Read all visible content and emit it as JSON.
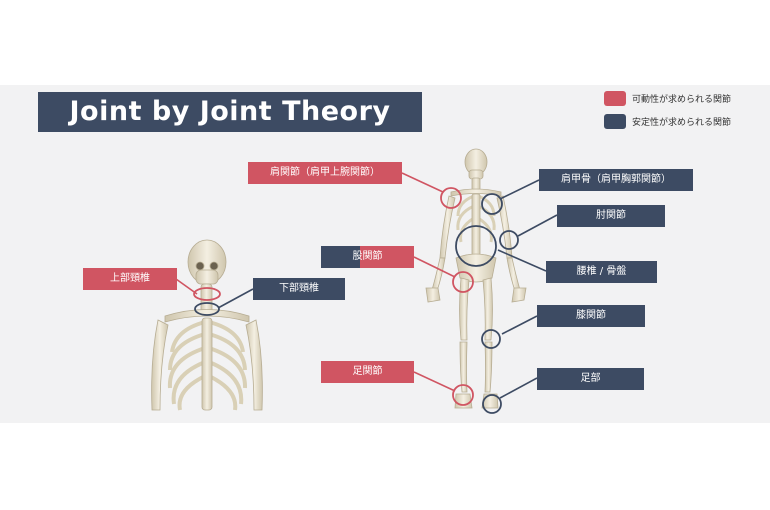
{
  "title": "Joint by Joint Theory",
  "legend": [
    {
      "label": "可動性が求められる関節",
      "color": "#d05562"
    },
    {
      "label": "安定性が求められる関節",
      "color": "#3d4b63"
    }
  ],
  "labels": {
    "upper_cervical": "上部頸椎",
    "lower_cervical": "下部頸椎",
    "shoulder": "肩関節（肩甲上腕関節）",
    "scapula": "肩甲骨（肩甲胸郭関節）",
    "elbow": "肘関節",
    "hip": "股関節",
    "lumbar_pelvis": "腰椎 / 骨盤",
    "knee": "膝関節",
    "ankle": "足関節",
    "foot": "足部"
  },
  "colors": {
    "mobility": "#d05562",
    "stability": "#3d4b63",
    "bone": "#e9e2cf"
  }
}
